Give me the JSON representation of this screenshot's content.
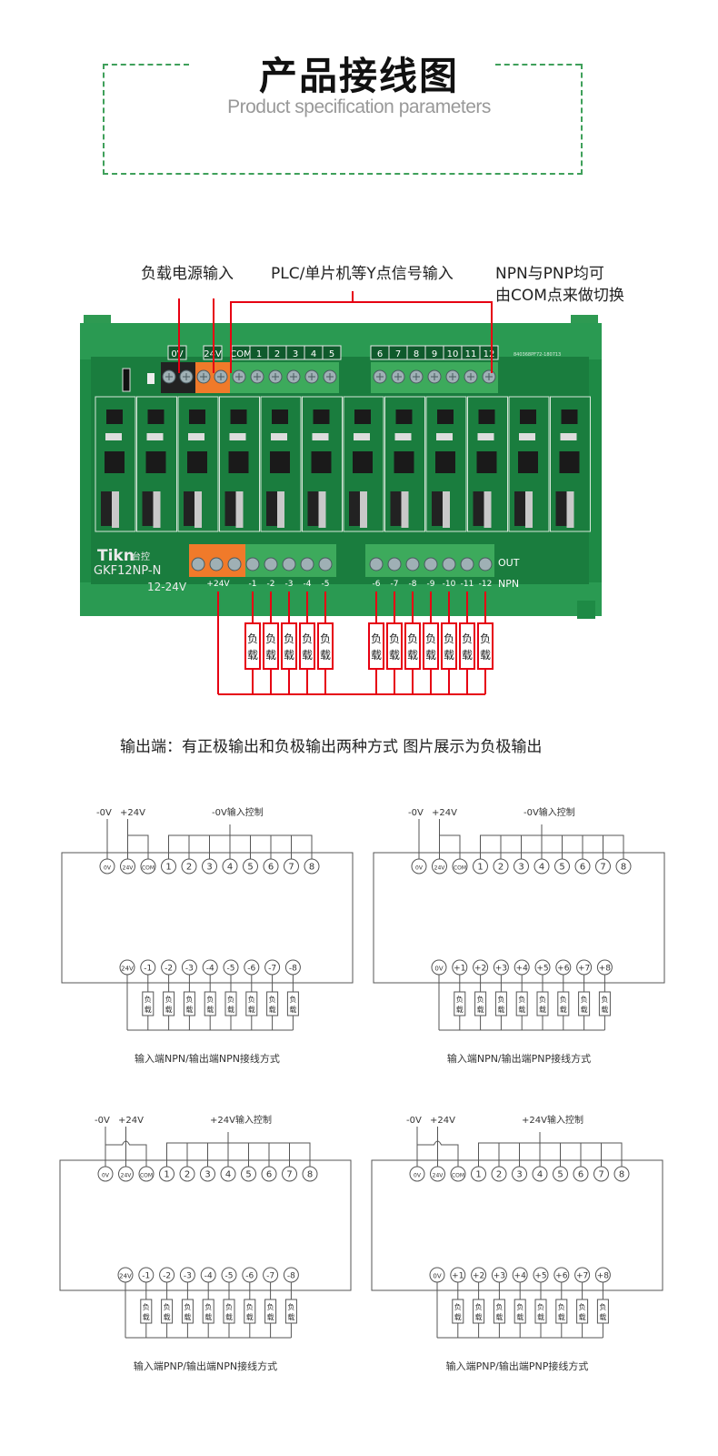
{
  "header": {
    "title": "产品接线图",
    "subtitle": "Product specification parameters"
  },
  "colors": {
    "accent_dashed": "#3fa05a",
    "wire_red": "#e60012",
    "pcb_green": "#1f8a45",
    "terminal_green": "#3daa5c",
    "terminal_orange": "#f07a2a",
    "terminal_black": "#222222"
  },
  "callouts": {
    "load_power": "负载电源输入",
    "plc_input": "PLC/单片机等Y点信号输入",
    "npn_pnp_line1": "NPN与PNP均可",
    "npn_pnp_line2": "由COM点来做切换"
  },
  "board": {
    "brand": "Tikn",
    "brand_cn": "台控",
    "model": "GKF12NP-N",
    "voltage": "12-24V",
    "serial": "840368PF72-180713",
    "top_terminals": [
      "0V",
      "24V",
      "COM",
      "1",
      "2",
      "3",
      "4",
      "5",
      "6",
      "7",
      "8",
      "9",
      "10",
      "11",
      "12"
    ],
    "bottom_left_terminals": [
      "+24V",
      "-1",
      "-2",
      "-3",
      "-4",
      "-5"
    ],
    "bottom_right_terminals": [
      "-6",
      "-7",
      "-8",
      "-9",
      "-10",
      "-11",
      "-12"
    ],
    "out_label": "OUT",
    "npn_label": "NPN",
    "load_label_1": "负",
    "load_label_2": "载",
    "load_count": 12
  },
  "output_caption": "输出端：有正极输出和负极输出两种方式 图片展示为负极输出",
  "diagrams": [
    {
      "caption": "输入端NPN/输出端NPN接线方式",
      "neg_label": "-0V",
      "pos_label": "+24V",
      "control_label": "-0V输入控制",
      "top_terminals": [
        "0V",
        "24V",
        "COM",
        "1",
        "2",
        "3",
        "4",
        "5",
        "6",
        "7",
        "8"
      ],
      "bottom_terminals": [
        "24V",
        "-1",
        "-2",
        "-3",
        "-4",
        "-5",
        "-6",
        "-7",
        "-8"
      ],
      "crossover": false
    },
    {
      "caption": "输入端NPN/输出端PNP接线方式",
      "neg_label": "-0V",
      "pos_label": "+24V",
      "control_label": "-0V输入控制",
      "top_terminals": [
        "0V",
        "24V",
        "COM",
        "1",
        "2",
        "3",
        "4",
        "5",
        "6",
        "7",
        "8"
      ],
      "bottom_terminals": [
        "0V",
        "+1",
        "+2",
        "+3",
        "+4",
        "+5",
        "+6",
        "+7",
        "+8"
      ],
      "crossover": false
    },
    {
      "caption": "输入端PNP/输出端NPN接线方式",
      "neg_label": "-0V",
      "pos_label": "+24V",
      "control_label": "+24V输入控制",
      "top_terminals": [
        "0V",
        "24V",
        "COM",
        "1",
        "2",
        "3",
        "4",
        "5",
        "6",
        "7",
        "8"
      ],
      "bottom_terminals": [
        "24V",
        "-1",
        "-2",
        "-3",
        "-4",
        "-5",
        "-6",
        "-7",
        "-8"
      ],
      "crossover": true
    },
    {
      "caption": "输入端PNP/输出端PNP接线方式",
      "neg_label": "-0V",
      "pos_label": "+24V",
      "control_label": "+24V输入控制",
      "top_terminals": [
        "0V",
        "24V",
        "COM",
        "1",
        "2",
        "3",
        "4",
        "5",
        "6",
        "7",
        "8"
      ],
      "bottom_terminals": [
        "0V",
        "+1",
        "+2",
        "+3",
        "+4",
        "+5",
        "+6",
        "+7",
        "+8"
      ],
      "crossover": true
    }
  ]
}
